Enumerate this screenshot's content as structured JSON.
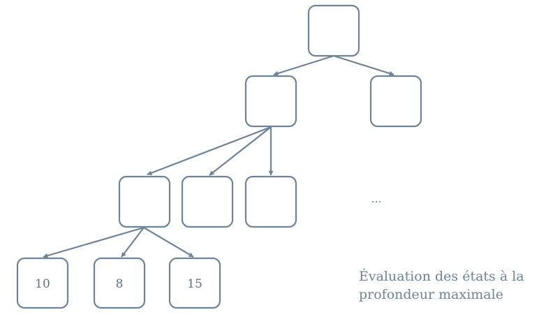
{
  "tree": {
    "root": {
      "value": ""
    },
    "level1": [
      {
        "value": ""
      },
      {
        "value": ""
      }
    ],
    "level2": [
      {
        "value": ""
      },
      {
        "value": ""
      },
      {
        "value": ""
      }
    ],
    "level3": [
      {
        "value": "10"
      },
      {
        "value": "8"
      },
      {
        "value": "15"
      }
    ],
    "ellipsis": "..."
  },
  "caption": {
    "line1": "Évaluation des états à la",
    "line2": "profondeur maximale"
  },
  "colors": {
    "stroke": "#6e8298",
    "text": "#5b6f86",
    "background": "#ffffff"
  }
}
